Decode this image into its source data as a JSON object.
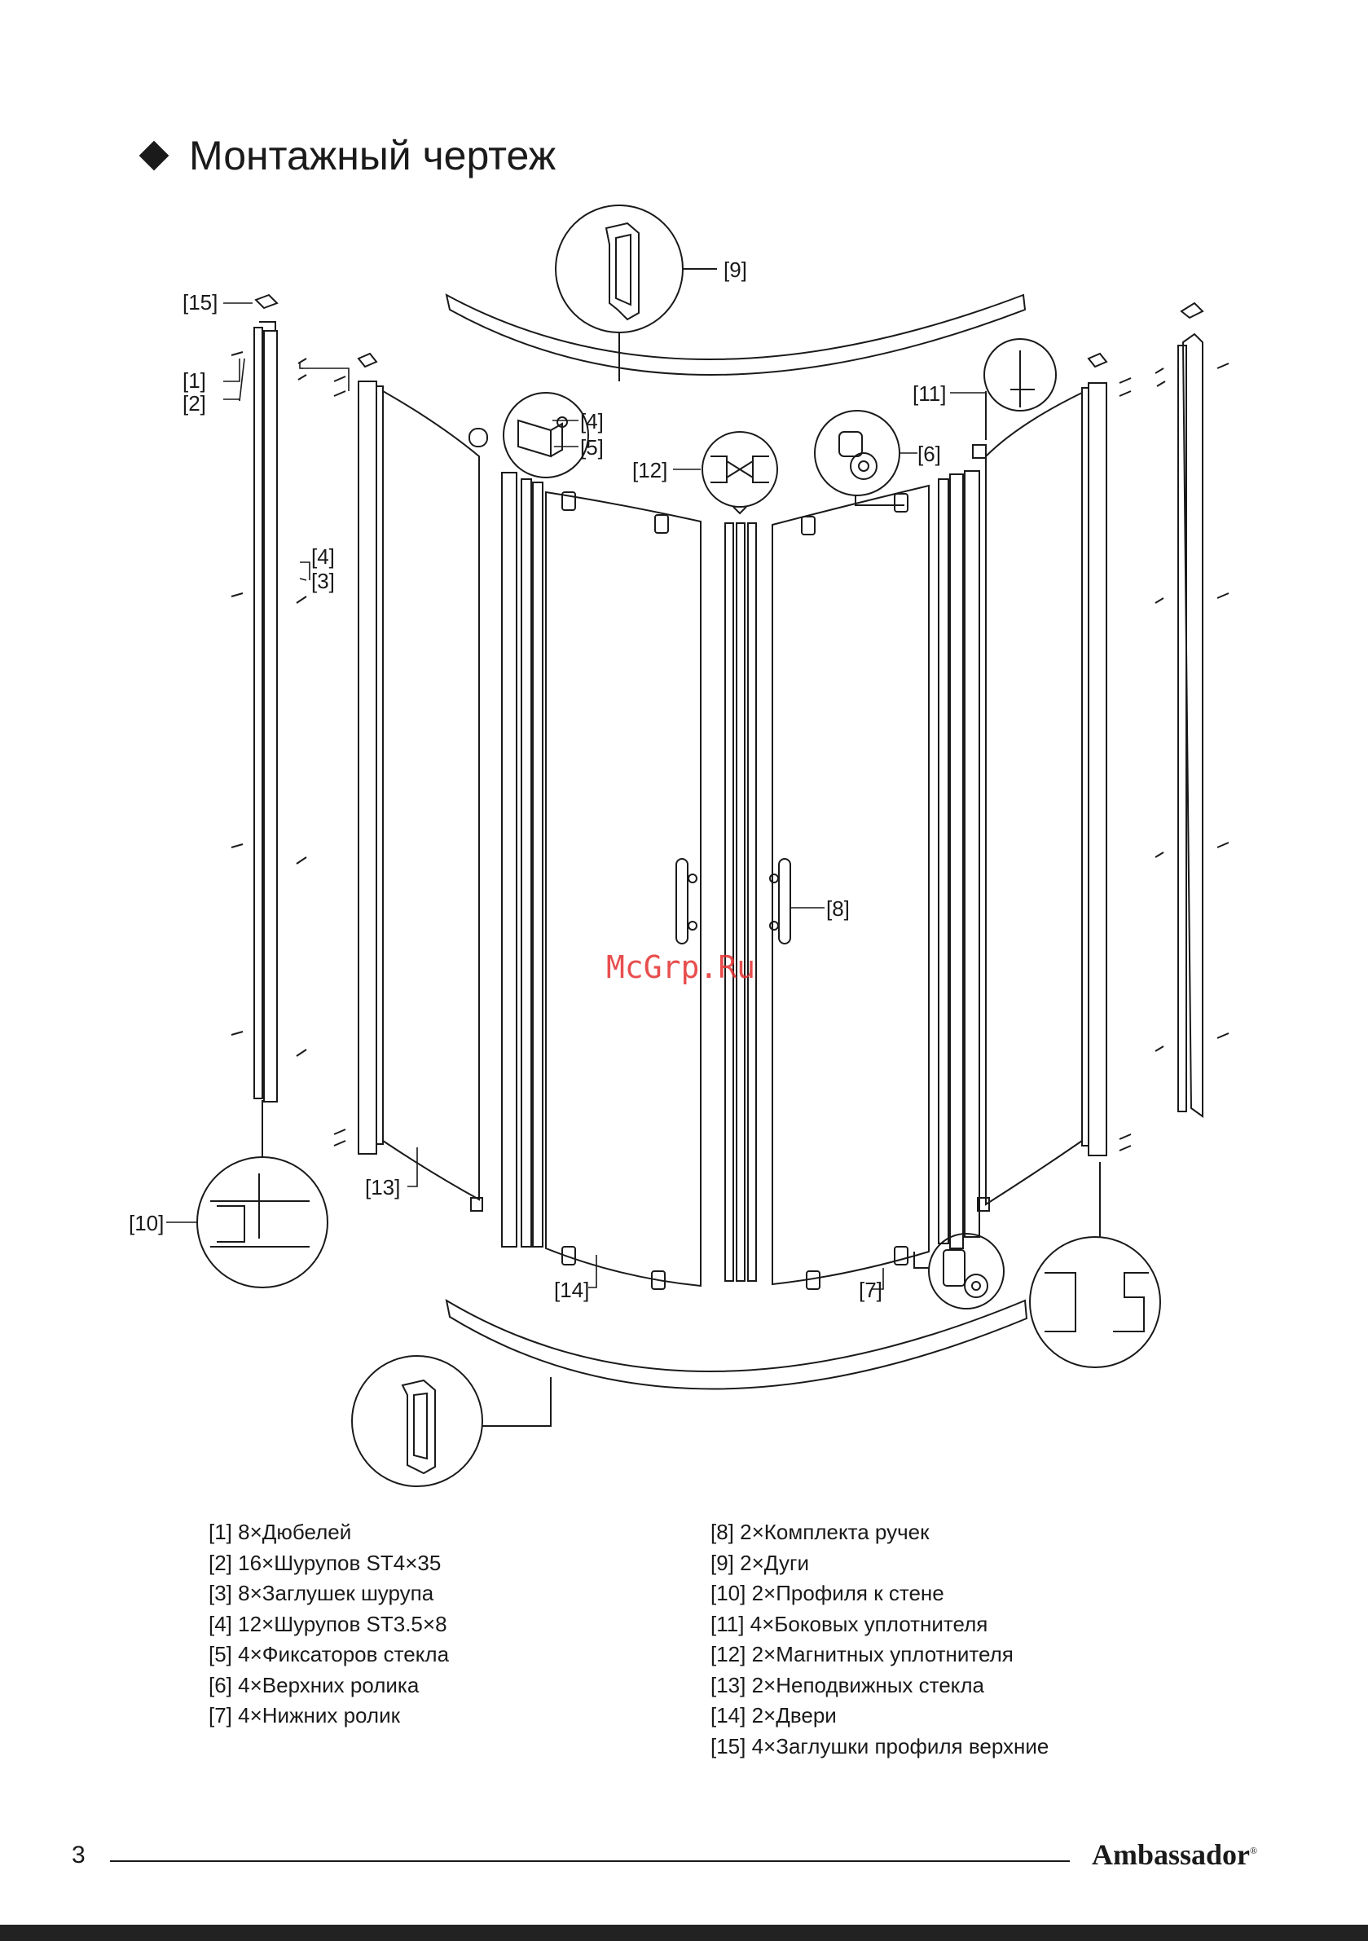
{
  "page": {
    "title": "Монтажный чертеж",
    "page_number": "3",
    "brand": "Ambassador",
    "brand_mark": "®",
    "watermark": "McGrp.Ru"
  },
  "callouts": {
    "c1": "[1]",
    "c2": "[2]",
    "c3": "[3]",
    "c4a": "[4]",
    "c4b": "[4]",
    "c5": "[5]",
    "c6": "[6]",
    "c7": "[7]",
    "c8": "[8]",
    "c9": "[9]",
    "c10": "[10]",
    "c11": "[11]",
    "c12": "[12]",
    "c13": "[13]",
    "c14": "[14]",
    "c15": "[15]"
  },
  "parts_left": [
    "[1] 8×Дюбелей",
    "[2] 16×Шурупов ST4×35",
    "[3] 8×Заглушек шурупа",
    "[4] 12×Шурупов ST3.5×8",
    "[5] 4×Фиксаторов стекла",
    "[6] 4×Верхних ролика",
    "[7] 4×Нижних ролик"
  ],
  "parts_right": [
    "[8] 2×Комплекта ручек",
    "[9] 2×Дуги",
    "[10] 2×Профиля к стене",
    "[11] 4×Боковых уплотнителя",
    "[12] 2×Магнитных уплотнителя",
    "[13] 2×Неподвижных стекла",
    "[14] 2×Двери",
    "[15] 4×Заглушки профиля верхние"
  ]
}
